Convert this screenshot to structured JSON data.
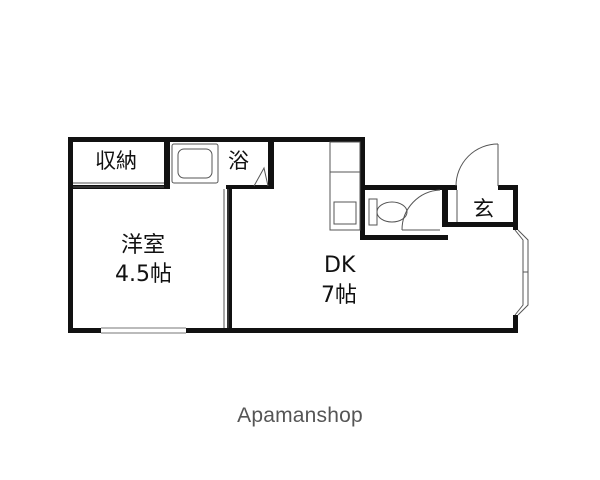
{
  "rooms": {
    "closet": {
      "label": "収納"
    },
    "bath": {
      "label": "浴"
    },
    "western": {
      "name": "洋室",
      "size": "4.5帖"
    },
    "dk": {
      "name": "DK",
      "size": "7帖"
    },
    "entrance": {
      "label": "玄"
    }
  },
  "watermark": "Apamanshop"
}
